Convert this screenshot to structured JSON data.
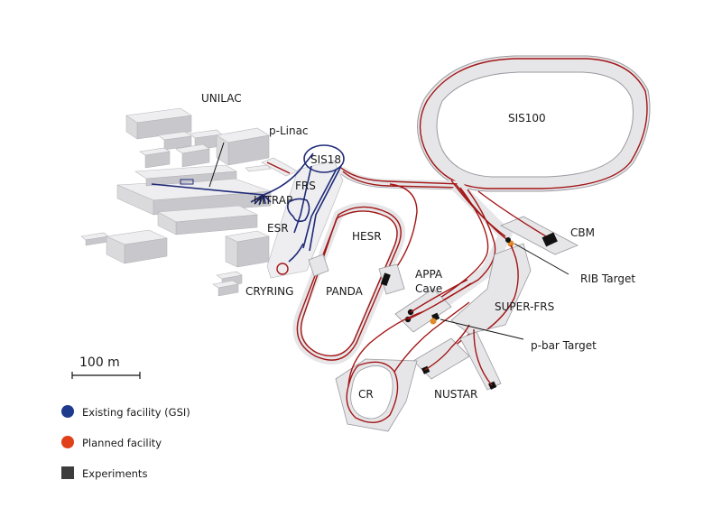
{
  "labels": {
    "unilac": "UNILAC",
    "p_linac": "p-Linac",
    "sis18": "SIS18",
    "frs": "FRS",
    "hitrap": "HITRAP",
    "esr": "ESR",
    "cryring": "CRYRING",
    "sis100": "SIS100",
    "hesr": "HESR",
    "panda": "PANDA",
    "appa_cave_line1": "APPA",
    "appa_cave_line2": "Cave",
    "cbm": "CBM",
    "rib_target": "RIB Target",
    "super_frs": "SUPER-FRS",
    "p_bar_target": "p-bar Target",
    "cr": "CR",
    "nustar": "NUSTAR"
  },
  "scale_bar": {
    "label": "100 m"
  },
  "legend": {
    "items": [
      {
        "label": "Existing facility (GSI)",
        "color": "#1e3a8c",
        "shape": "circle"
      },
      {
        "label": "Planned facility",
        "color": "#e0401a",
        "shape": "circle"
      },
      {
        "label": "Experiments",
        "color": "#3c3c3c",
        "shape": "square"
      }
    ]
  },
  "colors": {
    "existing_beamline": "#1e2a78",
    "planned_beamline": "#a31515",
    "target": "#e08a2a",
    "tunnel": "#e6e6e9"
  }
}
